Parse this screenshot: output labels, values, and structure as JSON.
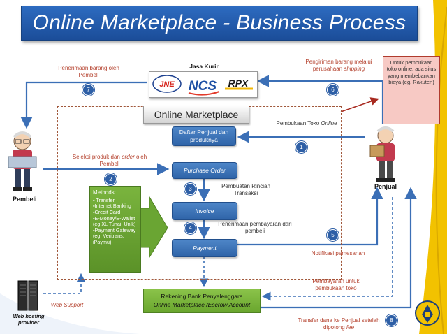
{
  "title": "Online Marketplace - Business Process",
  "courier": {
    "heading": "Jasa Kurir",
    "logos": [
      "JNE",
      "NCS",
      "RPX"
    ]
  },
  "marketplace": {
    "title": "Online Marketplace",
    "boxes": {
      "seller_list": "Daftar  Penjual dan produknya",
      "purchase_order": "Purchase Order",
      "invoice": "Invoice",
      "payment": "Payment"
    }
  },
  "actors": {
    "buyer": "Pembeli",
    "seller": "Penjual",
    "hosting": "Web hosting provider"
  },
  "labels": {
    "receive_goods": "Penerimaan barang oleh Pembeli",
    "shipping": "Pengiriman barang melalui perusahaan",
    "shipping_em": "shipping",
    "open_store": "Pembukaan Toko",
    "open_store_em": "Online",
    "select_product": "Seleksi produk dan",
    "select_order_em": "order",
    "select_buyer": "oleh Pembeli",
    "transaction_detail": "Pembuatan Rincian Transaksi",
    "receive_payment": "Penerimaan pembayaran dari pembeli",
    "order_notif": "Notifikasi pemesanan",
    "store_payment": "Pembayaran untuk pembukaan toko",
    "transfer_funds": "Transfer dana ke Penjual setelah dipotong",
    "transfer_fee_em": "fee",
    "web_support": "Web  Support"
  },
  "note": "Untuk pembukaan toko online, ada situs yang membebankan biaya (eg. Rakuten)",
  "methods": {
    "title": "Methods:",
    "items": [
      "▪ Transfer",
      "▪Internet Banking",
      "▪Credit Card",
      "▪E-Money/E-Wallet (eg.XL Tunai, Unik)",
      "▪Payment Gateway (eg. Veritrans, iPaymu)"
    ]
  },
  "bank": {
    "line1": "Rekening Bank  Penyelenggara",
    "line2": "Online Marketplace /Escrow Account"
  },
  "steps": [
    "1",
    "2",
    "3",
    "4",
    "5",
    "6",
    "7",
    "8"
  ],
  "colors": {
    "title_bg": "#2459a9",
    "box_blue": "#3a71b6",
    "arrow_blue": "#3b6fb6",
    "methods_green": "#6aa533",
    "bank_green": "#7cb83e",
    "frame_dashed": "#a0573a",
    "note_bg": "#f7c9c4",
    "border_yellow": "#f2c200"
  }
}
